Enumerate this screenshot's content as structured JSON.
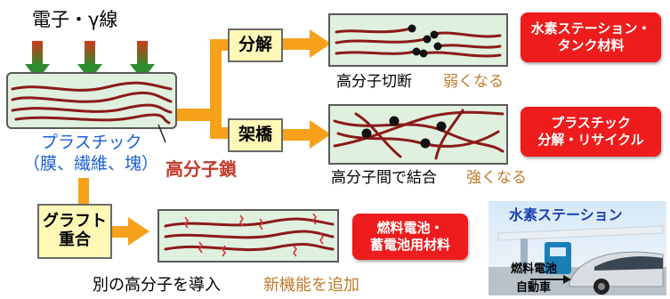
{
  "source_label": "電子・γ線",
  "plastic_label_line1": "プラスチック",
  "plastic_label_line2": "（膜、繊維、塊）",
  "chain_label": "高分子鎖",
  "branches": {
    "decompose": {
      "process_label": "分解",
      "result_label": "高分子切断",
      "effect_label": "弱くなる",
      "application_line1": "水素ステーション・",
      "application_line2": "タンク材料"
    },
    "crosslink": {
      "process_label": "架橋",
      "result_label": "高分子間で結合",
      "effect_label": "強くなる",
      "application_line1": "プラスチック",
      "application_line2": "分解・リサイクル"
    },
    "graft": {
      "process_label_line1": "グラフト",
      "process_label_line2": "重合",
      "result_label": "別の高分子を導入",
      "effect_label": "新機能を追加",
      "application_line1": "燃料電池・",
      "application_line2": "蓄電池用材料"
    }
  },
  "photo": {
    "title": "水素ステーション",
    "caption_line1": "燃料電池",
    "caption_line2": "自動車"
  },
  "colors": {
    "arrow_orange": "#f7a11a",
    "chain_dark_red": "#8b1a1a",
    "label_blue": "#1a5fd6",
    "chain_label_red": "#c0392b",
    "effect_brown": "#c07a2a",
    "application_red": "#ee1c1c",
    "beam_arrow_green": "#2e8b2e"
  }
}
